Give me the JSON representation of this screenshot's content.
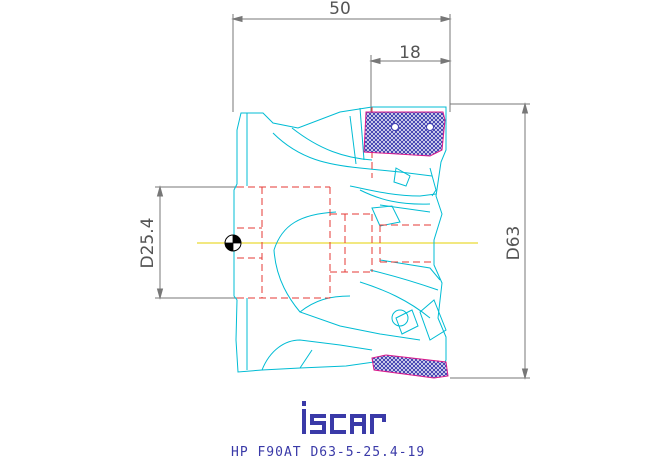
{
  "dimensions": {
    "overall_length": "50",
    "insert_length": "18",
    "bore_diameter": "D25.4",
    "cutter_diameter": "D63"
  },
  "logo_text": "iscar",
  "caption": "HP F90AT D63-5-25.4-19",
  "colors": {
    "dimension_line": "#777777",
    "body_outline": "#00bcd4",
    "hidden_lines": "#e53935",
    "insert_outline": "#d81b8c",
    "insert_fill": "#3f3fb0",
    "logo": "#3a3aa8",
    "centerline": "#e6d200"
  }
}
